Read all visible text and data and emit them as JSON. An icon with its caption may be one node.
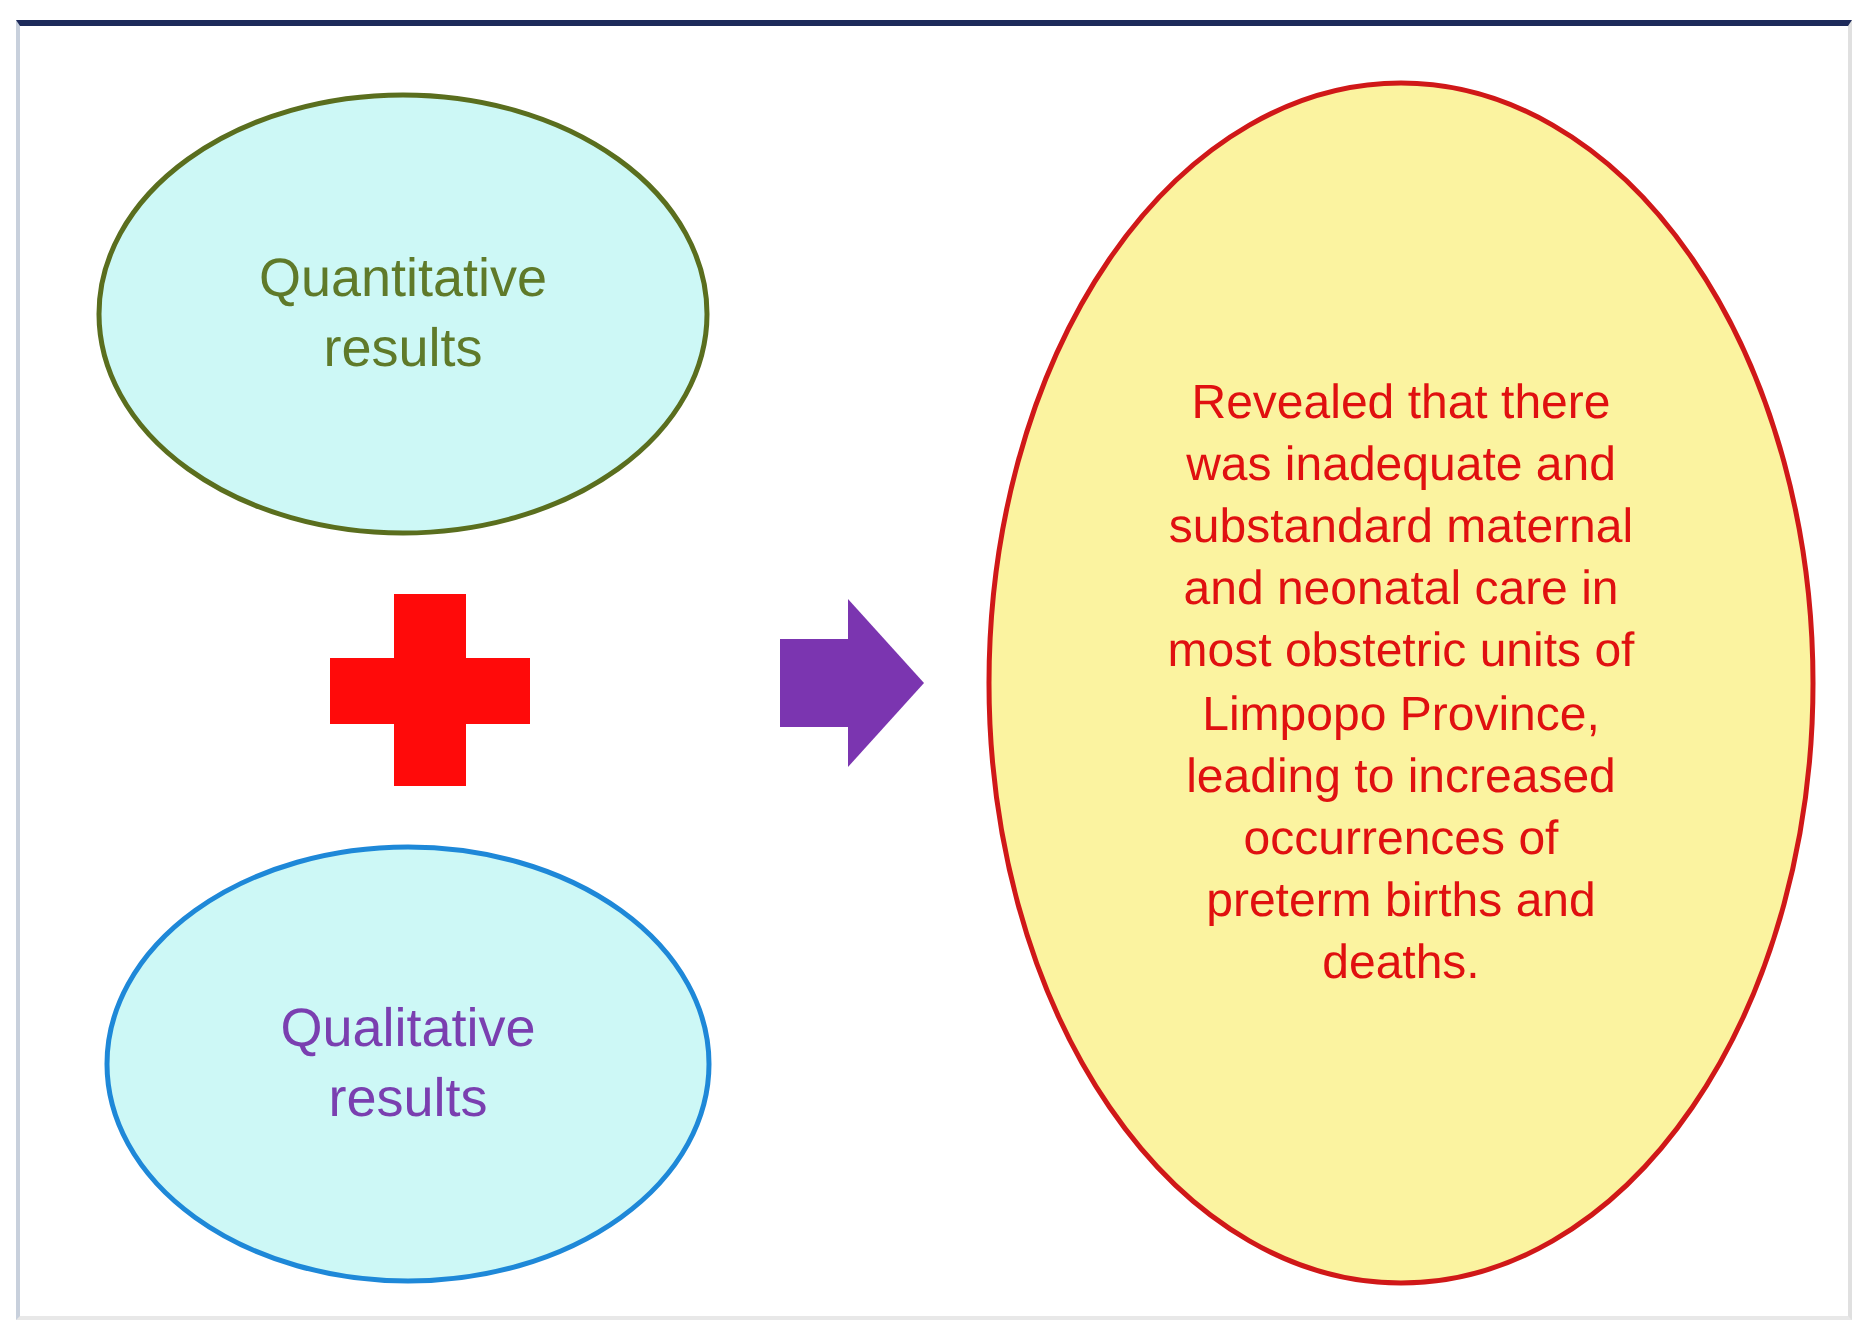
{
  "diagram": {
    "nodes": [
      {
        "text": [
          "Quantitative results"
        ]
      },
      {
        "text": [
          "Qualitative results"
        ]
      },
      {
        "text": [
          "Revealed that there was inadequate and substandard maternal and neonatal care in most obstetric units of Limpopo Province, leading to increased occurrences of preterm births and deaths."
        ]
      }
    ],
    "edges": [
      {
        "from": null,
        "to": 2,
        "arrow": "to",
        "color": "#7b35b0"
      }
    ]
  }
}
